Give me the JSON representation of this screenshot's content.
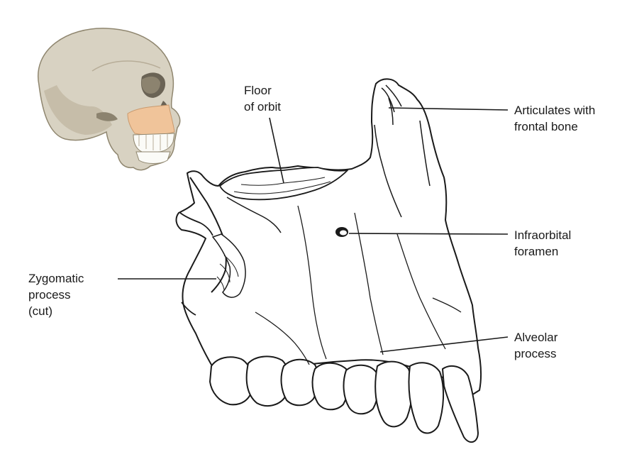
{
  "diagram": {
    "labels": {
      "floor_of_orbit": [
        "Floor",
        "of orbit"
      ],
      "articulates_frontal": [
        "Articulates with",
        "frontal bone"
      ],
      "infraorbital_foramen": [
        "Infraorbital",
        "foramen"
      ],
      "zygomatic_process": [
        "Zygomatic",
        "process",
        "(cut)"
      ],
      "alveolar_process": [
        "Alveolar",
        "process"
      ]
    },
    "colors": {
      "bone_fill": "#ffffff",
      "outline": "#1a1a1a",
      "skull": "#d8d2c2",
      "skull_shadow": "#b7ad98",
      "maxilla_highlight": "#f0c49a",
      "teeth": "#fbfbf7",
      "leader_line": "#1a1a1a"
    },
    "icons": [
      "skull-icon"
    ]
  }
}
